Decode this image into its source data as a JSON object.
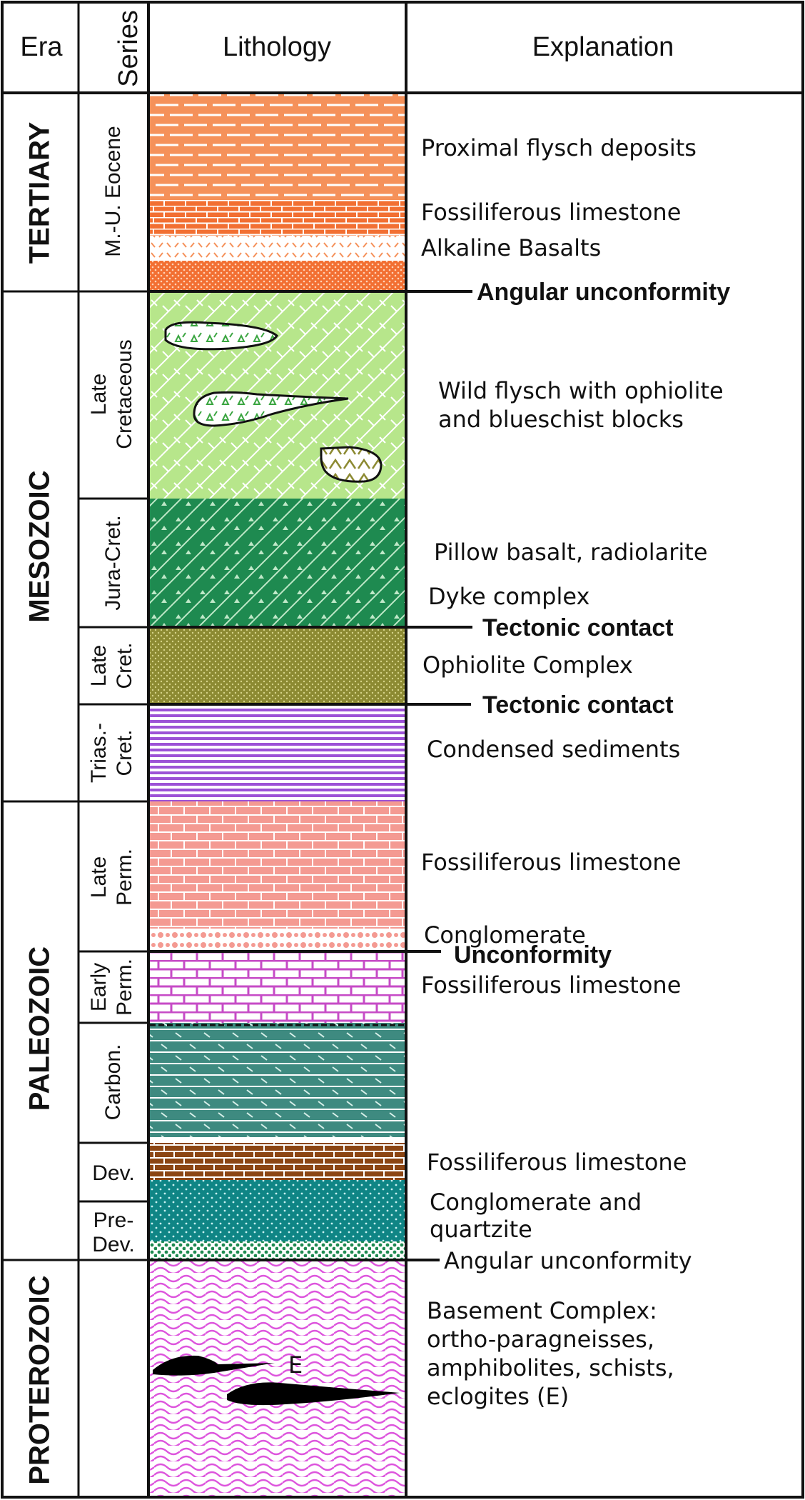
{
  "header": {
    "era": "Era",
    "series": "Series",
    "lithology": "Lithology",
    "explanation": "Explanation"
  },
  "eras": {
    "tertiary": "TERTIARY",
    "mesozoic": "MESOZOIC",
    "paleozoic": "PALEOZOIC",
    "proterozoic": "PROTEROZOIC"
  },
  "series": {
    "eocene": "M.-U. Eocene",
    "late_cret_1": "Late",
    "late_cret_2": "Cretaceous",
    "jura_cret": "Jura-Cret.",
    "late_cret_short_1": "Late",
    "late_cret_short_2": "Cret.",
    "trias_cret_1": "Trias.-",
    "trias_cret_2": "Cret.",
    "late_perm_1": "Late",
    "late_perm_2": "Perm.",
    "early_perm_1": "Early",
    "early_perm_2": "Perm.",
    "carbon": "Carbon.",
    "dev": "Dev.",
    "pre_dev_1": "Pre-",
    "pre_dev_2": "Dev."
  },
  "explanations": {
    "flysch": "Proximal flysch deposits",
    "fossil_lime_1": "Fossiliferous limestone",
    "alk_basalt": "Alkaline Basalts",
    "wild_flysch_1": "Wild flysch with ophiolite",
    "wild_flysch_2": "and blueschist blocks",
    "pillow": "Pillow basalt, radiolarite",
    "dyke": "Dyke complex",
    "ophiolite": "Ophiolite Complex",
    "condensed": "Condensed sediments",
    "fossil_lime_2": "Fossiliferous limestone",
    "conglomerate": "Conglomerate",
    "fossil_lime_3": "Fossiliferous limestone",
    "fossil_lime_4": "Fossiliferous limestone",
    "cong_quartz_1": "Conglomerate and",
    "cong_quartz_2": "quartzite",
    "basement_1": "Basement Complex:",
    "basement_2": "ortho-paragneisses,",
    "basement_3": "amphibolites, schists,",
    "basement_4": "eclogites (E)",
    "eclogite_mark": "E"
  },
  "contacts": {
    "angular_1": "Angular unconformity",
    "tectonic_1": "Tectonic contact",
    "tectonic_2": "Tectonic contact",
    "unconformity": "Unconformity",
    "angular_2": "Angular unconformity"
  },
  "colors": {
    "orange": "#f5915a",
    "light_green": "#b7e68b",
    "dark_green": "#1e8a50",
    "olive": "#8c8a32",
    "purple": "#9c52d6",
    "salmon": "#f49a92",
    "magenta": "#c64bc6",
    "teal": "#3e8a80",
    "brown": "#8b4513",
    "dark_teal": "#0f8585",
    "pink": "#dd55dd"
  }
}
